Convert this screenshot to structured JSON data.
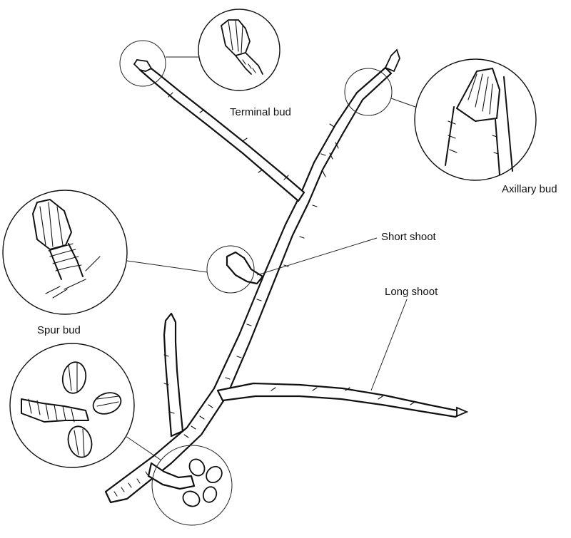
{
  "labels": {
    "terminal_bud": "Terminal bud",
    "axillary_bud": "Axillary bud",
    "short_shoot": "Short shoot",
    "long_shoot": "Long shoot",
    "spur_bud": "Spur bud"
  },
  "colors": {
    "ink": "#111111",
    "paper": "#ffffff"
  }
}
